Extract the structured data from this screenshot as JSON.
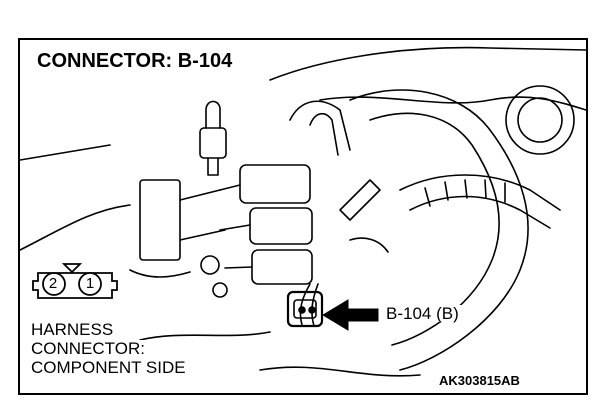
{
  "title": "CONNECTOR: B-104",
  "harness_lines": [
    "HARNESS",
    "CONNECTOR:",
    "COMPONENT SIDE"
  ],
  "callout_label": "B-104 (B)",
  "figure_code": "AK303815AB",
  "pins": [
    "2",
    "1"
  ]
}
